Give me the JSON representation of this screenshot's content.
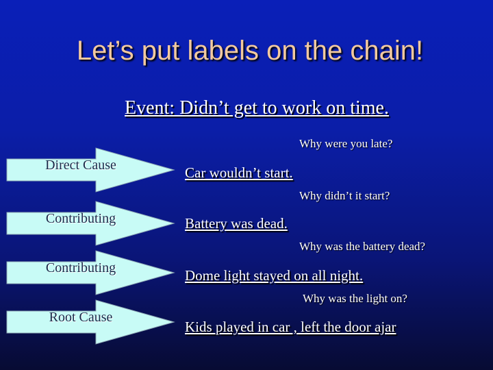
{
  "title": "Let’s put labels on the chain!",
  "event": "Event: Didn’t get to work on time.",
  "chain": [
    {
      "question": "Why were you late?",
      "label": "Direct Cause",
      "answer": "Car wouldn’t start."
    },
    {
      "question": "Why didn’t it start?",
      "label": "Contributing",
      "answer": "Battery was dead."
    },
    {
      "question": "Why was the battery dead?",
      "label": "Contributing",
      "answer": "Dome light stayed on all night."
    },
    {
      "question": "Why was the light on?",
      "label": "Root Cause",
      "answer": "Kids played in car , left the door ajar"
    }
  ],
  "colors": {
    "arrow_fill": "#c8fbf6",
    "title": "#f2c9a0",
    "background_top": "#0a1fb8",
    "background_bottom": "#070b33"
  }
}
